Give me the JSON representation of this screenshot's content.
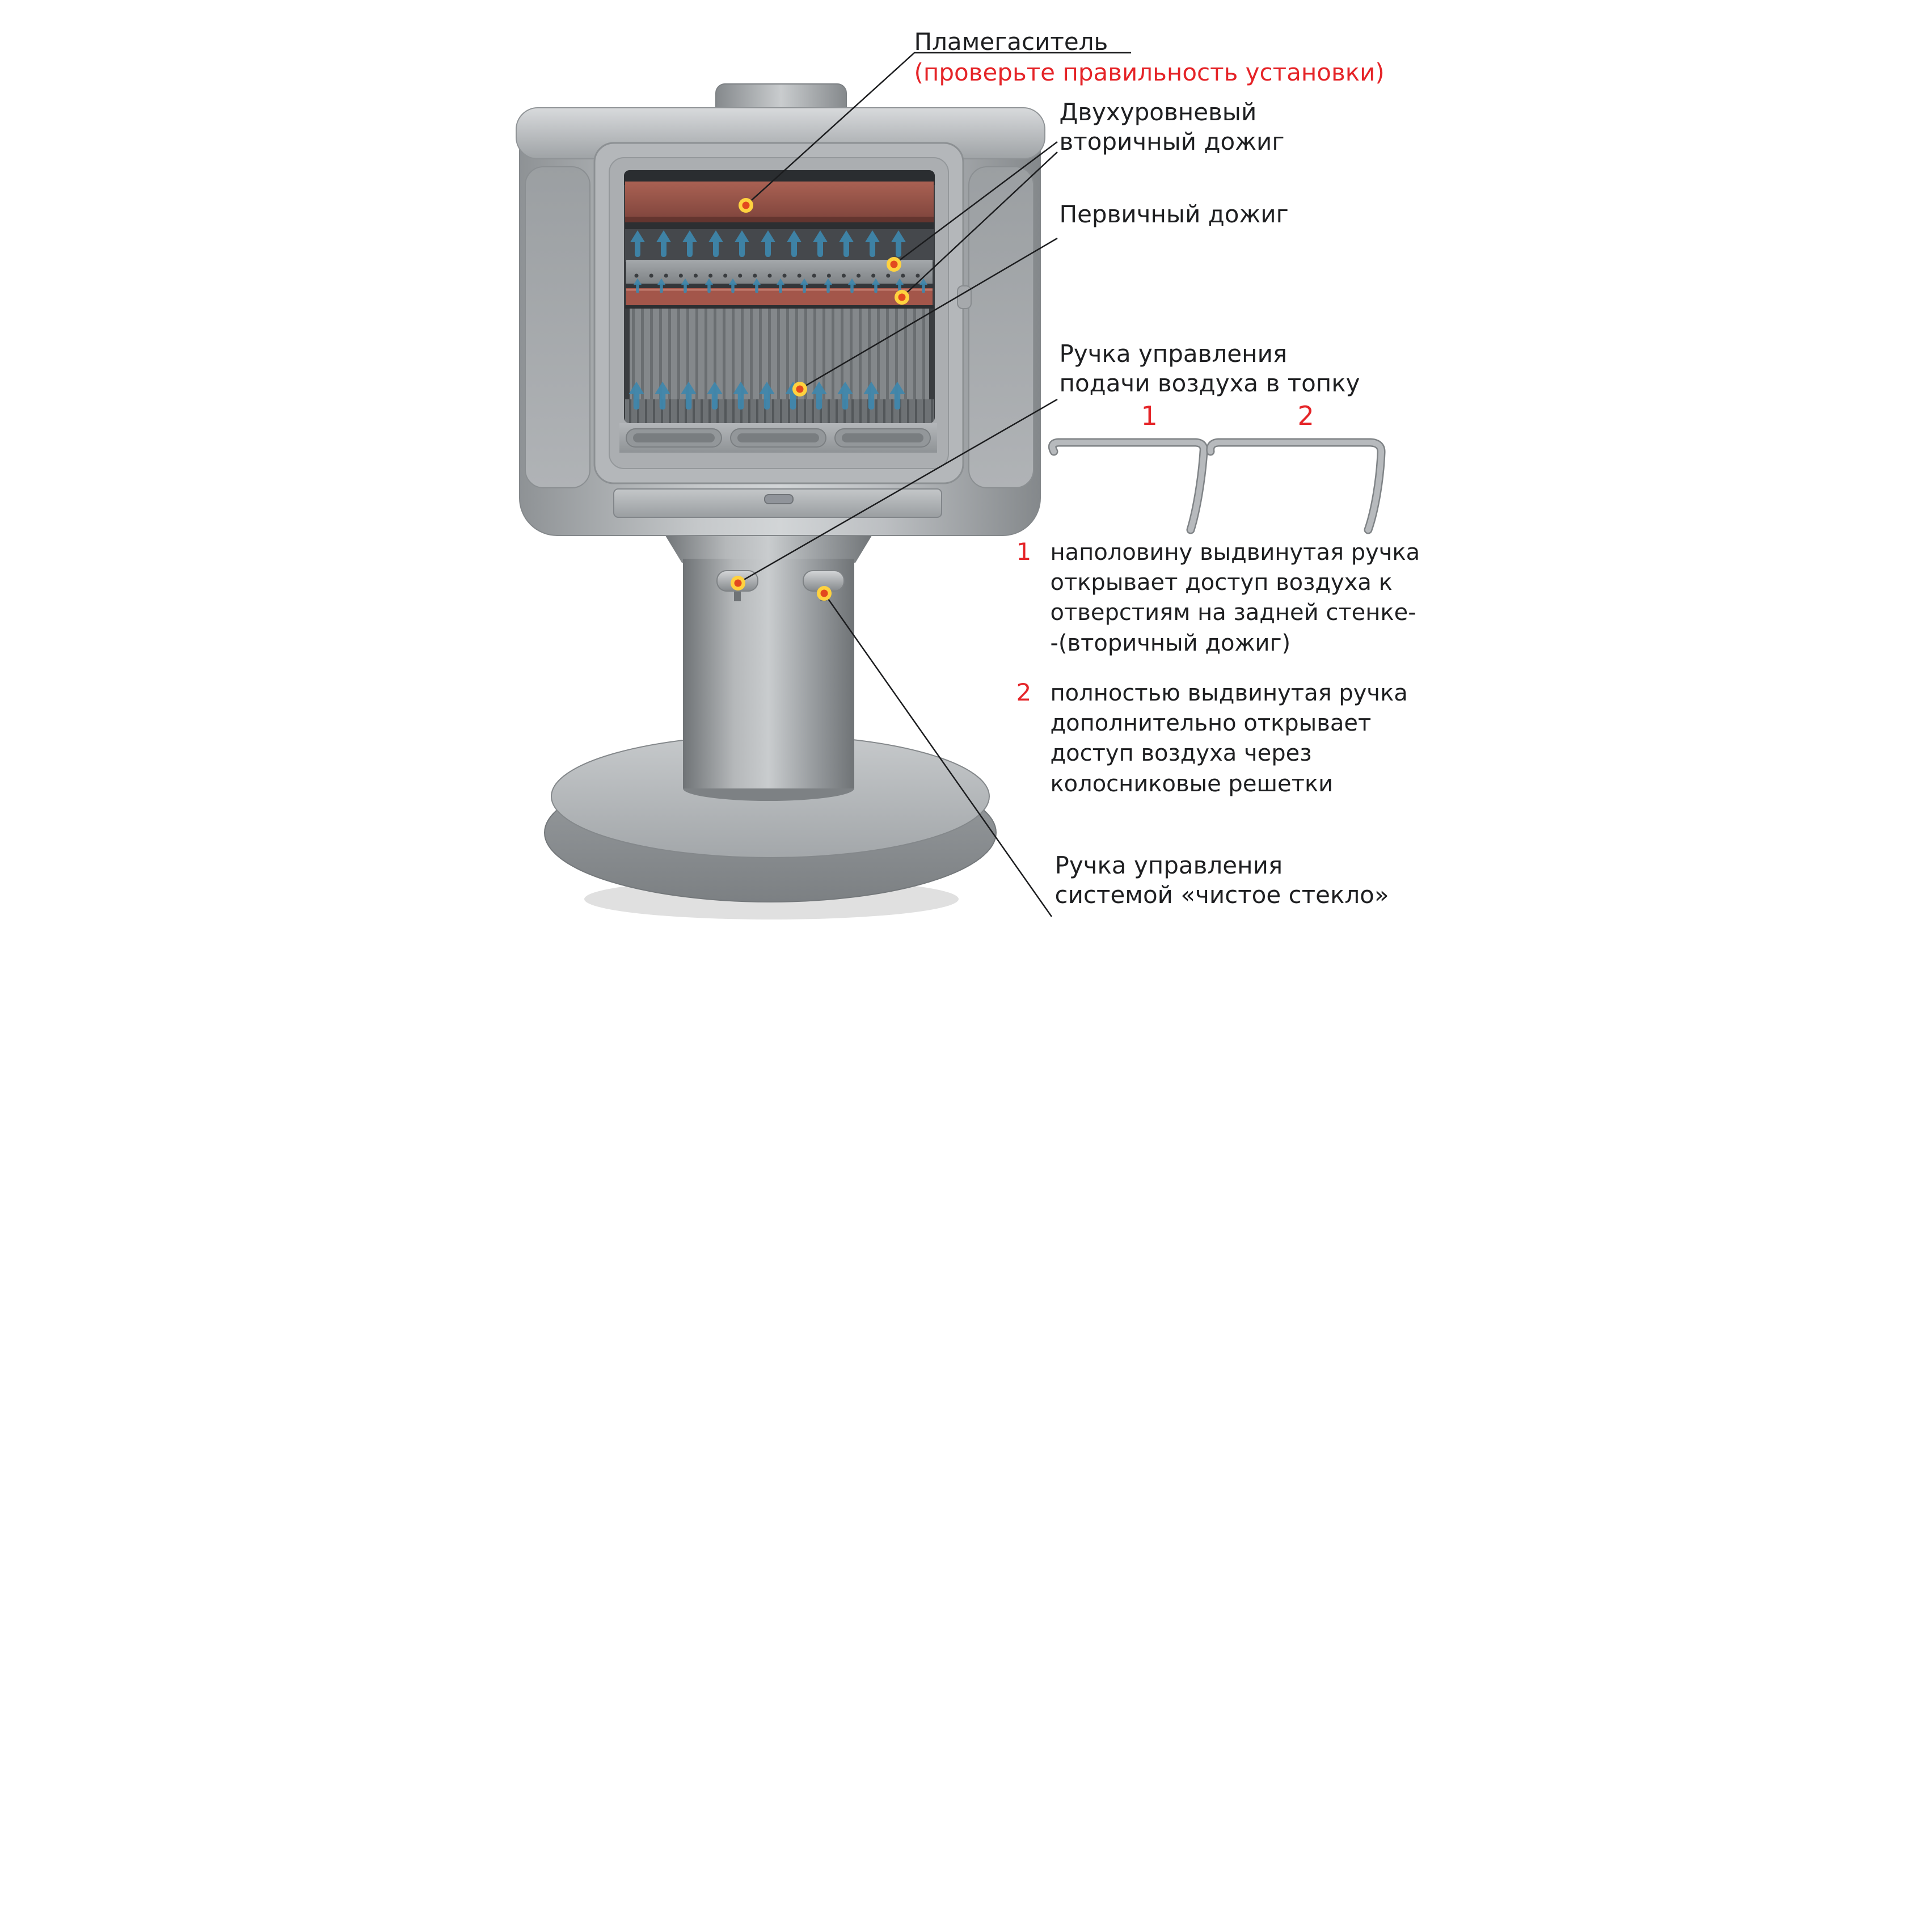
{
  "colors": {
    "accent_red": "#e52428",
    "text_black": "#1e1f21",
    "marker_ring": "#ffd23f",
    "marker_dot": "#e2491f",
    "arrow_blue": "#3f88ae",
    "burn_red": "#a3564a",
    "stove_gray": "#b0b3b6"
  },
  "annotations": {
    "flame_arrester": {
      "title": "Пламегаситель",
      "warning": "(проверьте правильность установки)"
    },
    "secondary_burn": {
      "label": "Двухуровневый\nвторичный дожиг"
    },
    "primary_burn": {
      "label": "Первичный дожиг"
    },
    "air_handle": {
      "label": "Ручка управления\nподачи воздуха в топку"
    },
    "clean_glass": {
      "label": "Ручка управления\nсистемой «чистое стекло»"
    }
  },
  "handle_positions": {
    "pos1_num": "1",
    "pos2_num": "2",
    "note1": {
      "num": "1",
      "text": "наполовину выдвинутая ручка\nоткрывает доступ воздуха к\nотверстиям на задней стенке-\n-(вторичный дожиг)"
    },
    "note2": {
      "num": "2",
      "text": "полностью выдвинутая ручка\nдополнительно открывает\nдоступ воздуха через\nколосниковые решетки"
    }
  }
}
